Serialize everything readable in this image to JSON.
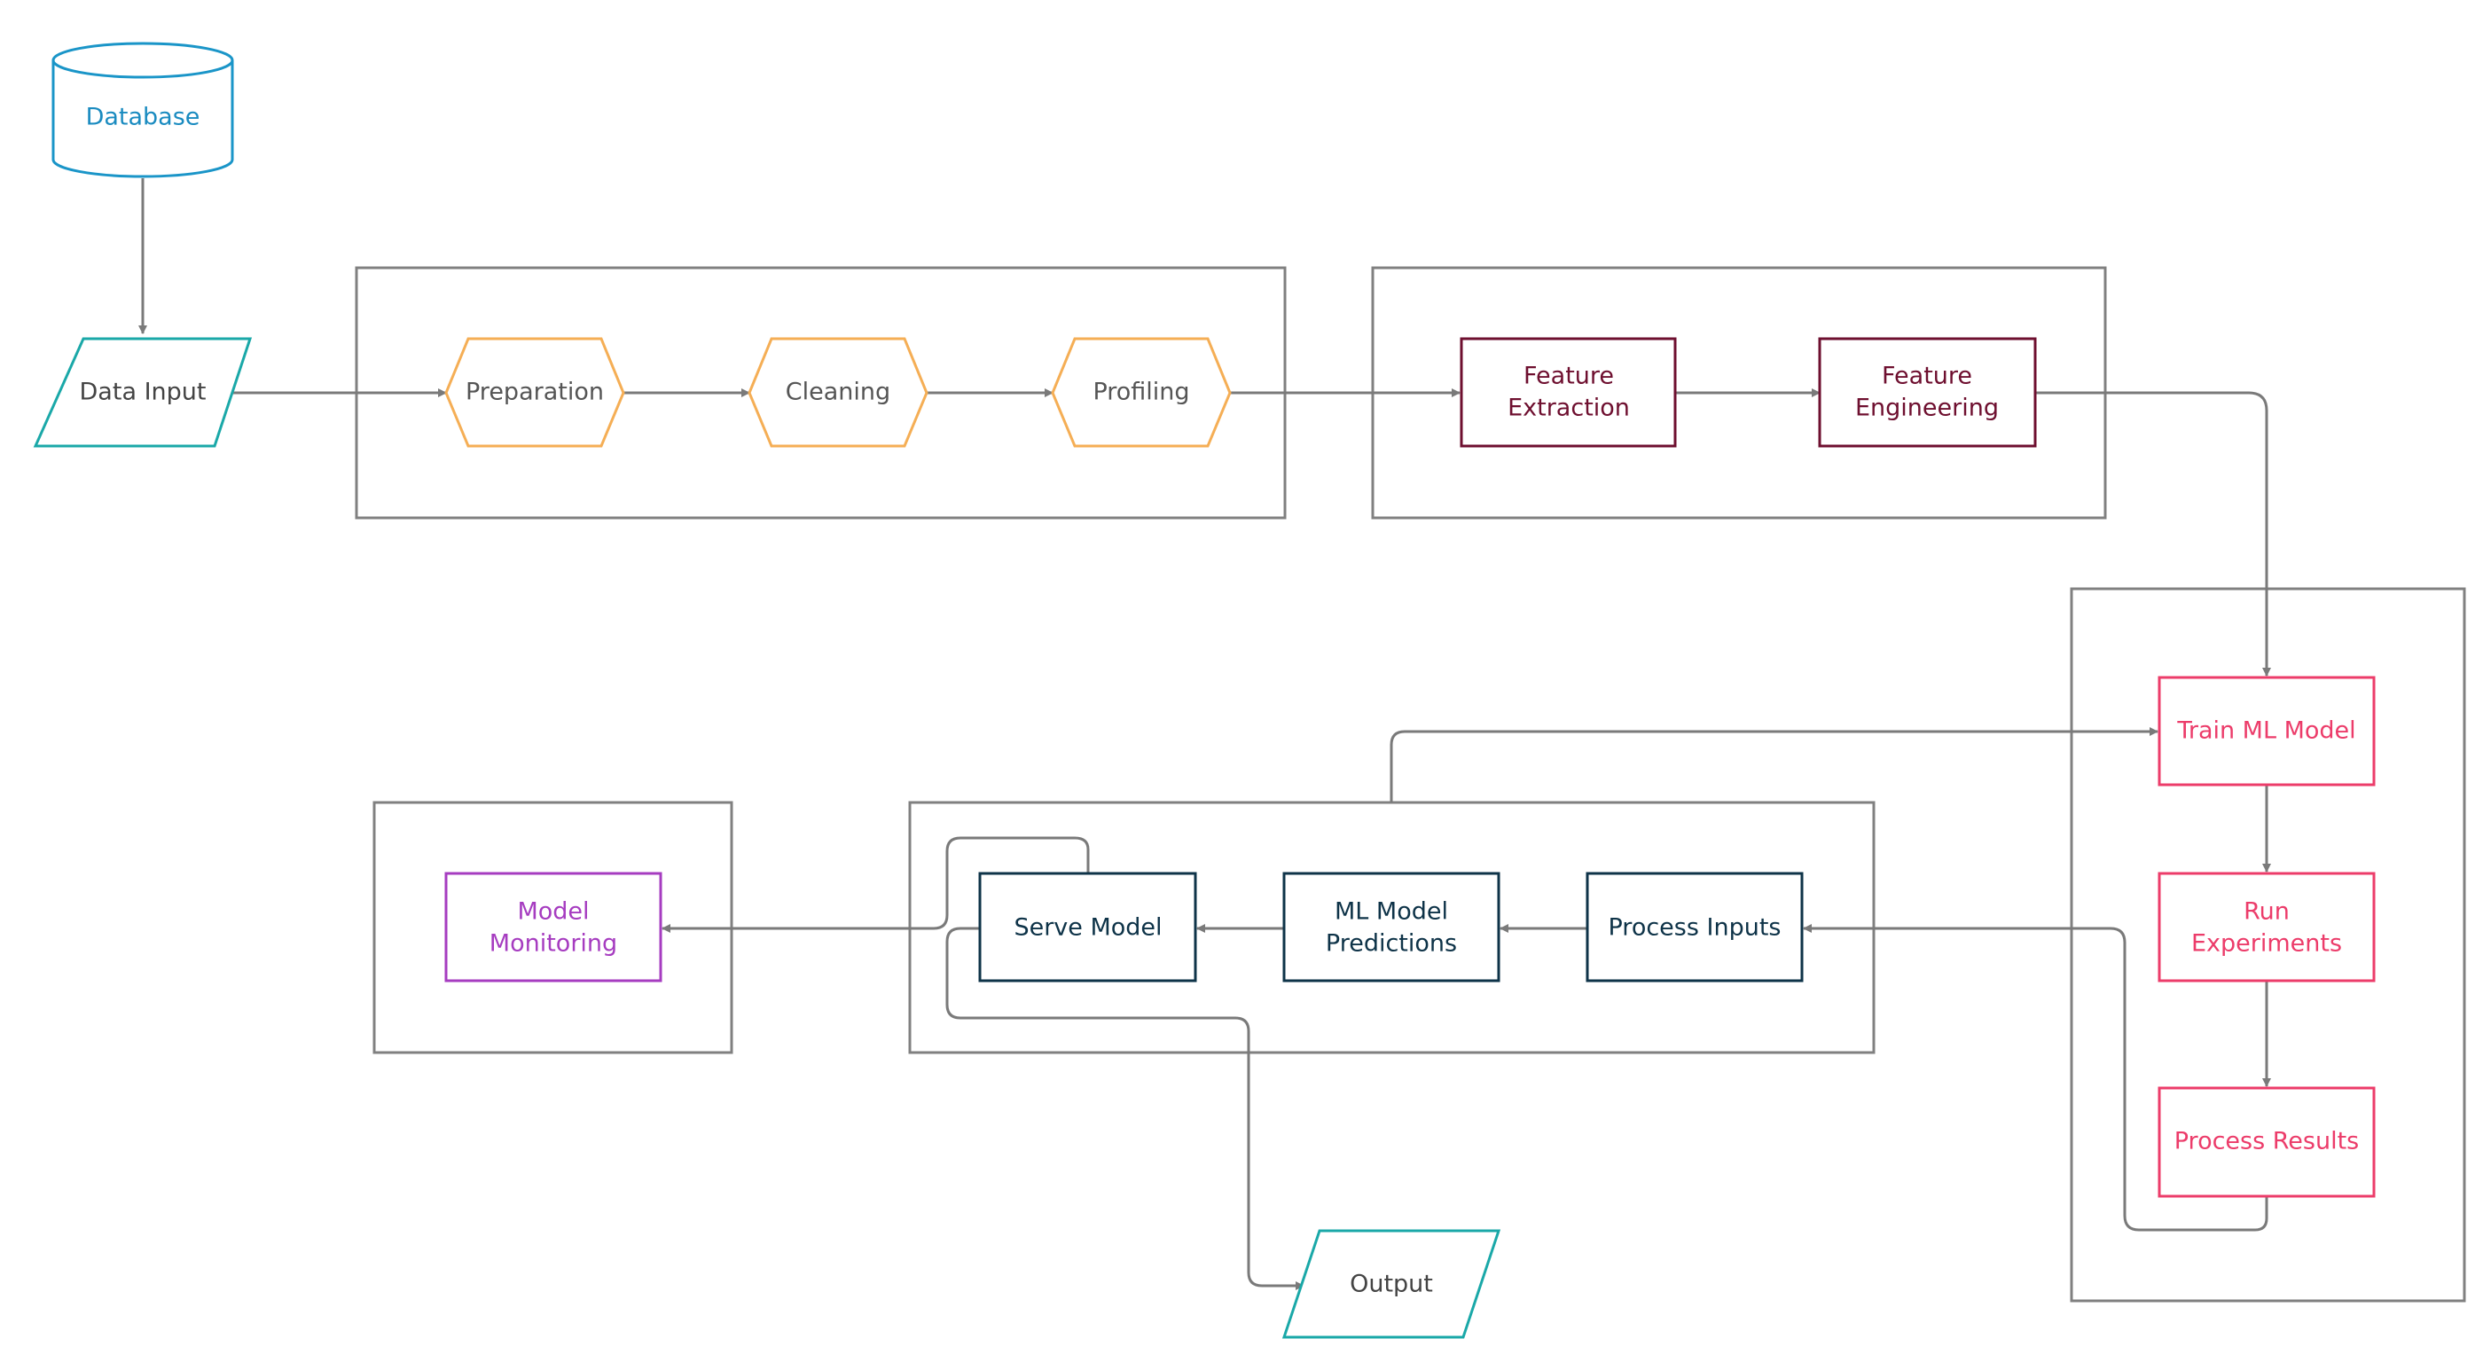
{
  "colors": {
    "connector": "#7a7a7a",
    "group_border": "#808080",
    "data_node": "#1aa8a8",
    "database": "#1a95c8",
    "database_text": "#1a8bc0",
    "prep_stage": "#f5ae55",
    "prep_text": "#555555",
    "feature_stage": "#6e0f2f",
    "training_stage": "#ec3c6a",
    "serving_stage": "#0e3348",
    "monitoring_stage": "#a63cc0",
    "io_text": "#444444"
  },
  "nodes": {
    "database": {
      "label": "Database",
      "shape": "cylinder"
    },
    "data_input": {
      "label": "Data Input",
      "shape": "parallelogram"
    },
    "preparation": {
      "label": "Preparation",
      "shape": "hexagon"
    },
    "cleaning": {
      "label": "Cleaning",
      "shape": "hexagon"
    },
    "profiling": {
      "label": "Profiling",
      "shape": "hexagon"
    },
    "feature_extraction": {
      "line1": "Feature",
      "line2": "Extraction",
      "shape": "rectangle"
    },
    "feature_engineering": {
      "line1": "Feature",
      "line2": "Engineering",
      "shape": "rectangle"
    },
    "train_ml_model": {
      "label": "Train ML Model",
      "shape": "rectangle"
    },
    "run_experiments": {
      "line1": "Run",
      "line2": "Experiments",
      "shape": "rectangle"
    },
    "process_results": {
      "label": "Process Results",
      "shape": "rectangle"
    },
    "process_inputs": {
      "label": "Process Inputs",
      "shape": "rectangle"
    },
    "ml_model_predictions": {
      "line1": "ML Model",
      "line2": "Predictions",
      "shape": "rectangle"
    },
    "serve_model": {
      "label": "Serve Model",
      "shape": "rectangle"
    },
    "model_monitoring": {
      "line1": "Model",
      "line2": "Monitoring",
      "shape": "rectangle"
    },
    "output": {
      "label": "Output",
      "shape": "parallelogram"
    }
  },
  "edges": [
    {
      "from": "database",
      "to": "data_input"
    },
    {
      "from": "data_input",
      "to": "preparation"
    },
    {
      "from": "preparation",
      "to": "cleaning"
    },
    {
      "from": "cleaning",
      "to": "profiling"
    },
    {
      "from": "profiling",
      "to": "feature_extraction"
    },
    {
      "from": "feature_extraction",
      "to": "feature_engineering"
    },
    {
      "from": "feature_engineering",
      "to": "train_ml_model"
    },
    {
      "from": "train_ml_model",
      "to": "run_experiments"
    },
    {
      "from": "run_experiments",
      "to": "process_results"
    },
    {
      "from": "process_results",
      "to": "process_inputs"
    },
    {
      "from": "process_inputs",
      "to": "ml_model_predictions"
    },
    {
      "from": "ml_model_predictions",
      "to": "serve_model"
    },
    {
      "from": "serve_model",
      "to": "model_monitoring"
    },
    {
      "from": "serve_model",
      "to": "output"
    },
    {
      "from": "serving_group",
      "to": "train_ml_model"
    }
  ]
}
